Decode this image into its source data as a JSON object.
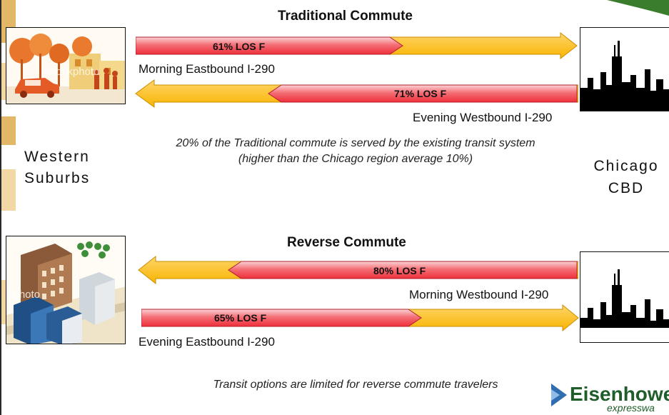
{
  "traditional": {
    "title": "Traditional Commute",
    "morning": {
      "los_label": "61%  LOS F",
      "percent": 61,
      "caption": "Morning Eastbound I-290",
      "direction": "east"
    },
    "evening": {
      "los_label": "71%  LOS F",
      "percent": 71,
      "caption": "Evening Westbound I-290",
      "direction": "west"
    },
    "note": "20% of the Traditional commute is served by the existing transit system (higher than the Chicago region average 10%)"
  },
  "reverse": {
    "title": "Reverse Commute",
    "morning": {
      "los_label": "80%  LOS F",
      "percent": 80,
      "caption": "Morning Westbound I-290",
      "direction": "west"
    },
    "evening": {
      "los_label": "65%  LOS F",
      "percent": 65,
      "caption": "Evening Eastbound I-290",
      "direction": "east"
    },
    "note": "Transit options are limited for reverse commute travelers"
  },
  "labels": {
    "west": "Western Suburbs",
    "east_line1": "Chicago",
    "east_line2": "CBD"
  },
  "logo": {
    "main": "Eisenhowe",
    "sub": "expresswa"
  },
  "images": {
    "suburb_watermark": "iStockphoto",
    "buildings_watermark": "kphoto"
  },
  "colors": {
    "congested": "#ee2f3b",
    "congested_light": "#fbd3d6",
    "flow": "#f8b400",
    "flow_light": "#ffd56a",
    "logo_green": "#1f5d2a"
  }
}
